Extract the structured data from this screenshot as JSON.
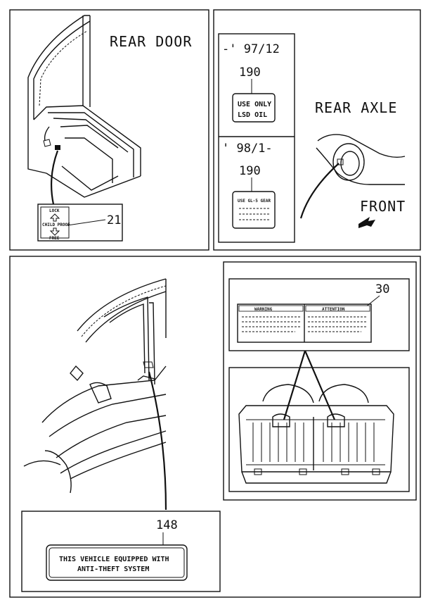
{
  "rear_door": {
    "title": "REAR DOOR",
    "callout": "21",
    "lock_label": {
      "top": "LOCK",
      "middle": "CHILD PROOF",
      "bottom": "FREE"
    }
  },
  "rear_axle": {
    "title": "REAR AXLE",
    "front_label": "FRONT",
    "period_1": {
      "range": "-' 97/12",
      "callout": "190",
      "label_line1": "USE ONLY",
      "label_line2": "LSD OIL"
    },
    "period_2": {
      "range": "' 98/1-",
      "callout": "190",
      "label_line1": "USE GL-5 GEAR"
    }
  },
  "seat": {
    "callout": "30",
    "warning_left": "WARNING",
    "warning_right": "ATTENTION"
  },
  "front_door": {
    "callout": "148",
    "label_line1": "THIS VEHICLE EQUIPPED WITH",
    "label_line2": "ANTI-THEFT SYSTEM"
  }
}
